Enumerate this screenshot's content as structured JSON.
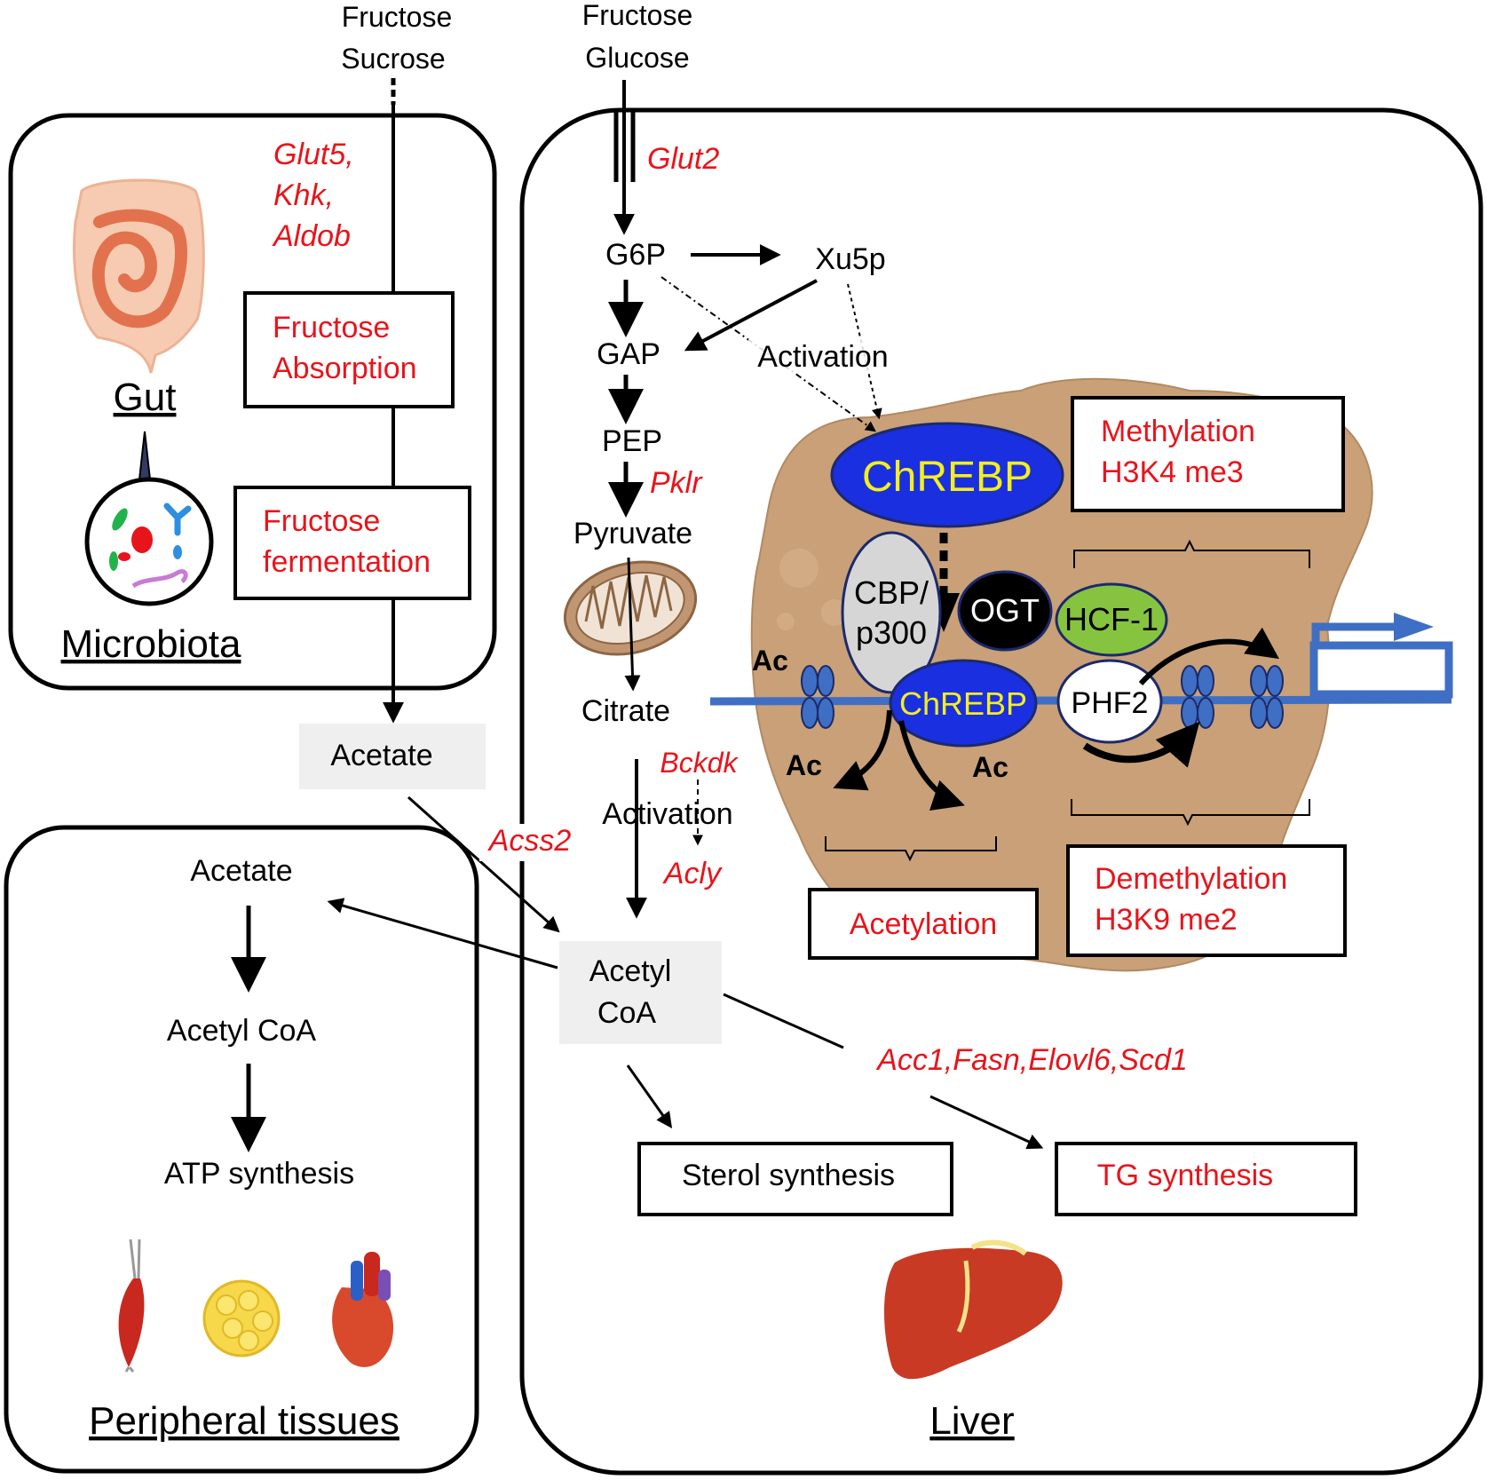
{
  "inputs": {
    "gut_top": [
      "Fructose",
      "Sucrose"
    ],
    "liver_top": [
      "Fructose",
      "Glucose"
    ]
  },
  "gut": {
    "label": "Gut",
    "genes": [
      "Glut5,",
      "Khk,",
      "Aldob"
    ],
    "absorption": [
      "Fructose",
      "Absorption"
    ],
    "fermentation": [
      "Fructose",
      "fermentation"
    ],
    "microbiota_label": "Microbiota"
  },
  "acetate_box": "Acetate",
  "acss2": "Acss2",
  "peripheral": {
    "steps": [
      "Acetate",
      "Acetyl CoA",
      "ATP synthesis"
    ],
    "label": "Peripheral tissues"
  },
  "liver": {
    "glut2": "Glut2",
    "g6p": "G6P",
    "xu5p": "Xu5p",
    "gap": "GAP",
    "pep": "PEP",
    "pklr": "Pklr",
    "pyruvate": "Pyruvate",
    "citrate": "Citrate",
    "bckdk": "Bckdk",
    "activation_top": "Activation",
    "activation_bottom": "Activation",
    "acly": "Acly",
    "acetyl_coa": [
      "Acetyl",
      "CoA"
    ],
    "lipogenic_genes": "Acc1,Fasn,Elovl6,Scd1",
    "sterol": "Sterol synthesis",
    "tg": "TG synthesis",
    "label": "Liver"
  },
  "nucleus": {
    "chrebp_top": "ChREBP",
    "chrebp_bottom": "ChREBP",
    "cbp": [
      "CBP/",
      "p300"
    ],
    "ogt": "OGT",
    "hcf1": "HCF-1",
    "phf2": "PHF2",
    "ac": "Ac",
    "methylation": [
      "Methylation",
      "H3K4 me3"
    ],
    "demethylation": [
      "Demethylation",
      "H3K9 me2"
    ],
    "acetylation": "Acetylation"
  },
  "colors": {
    "red_text": "#e8141b",
    "chrebp": "#1a2fe0",
    "chrebp_text": "#f3ef1c",
    "nucleus": "#c9a077",
    "dna": "#3f6fc4",
    "hcf1": "#86c440",
    "acetate_bg": "#efefef"
  }
}
